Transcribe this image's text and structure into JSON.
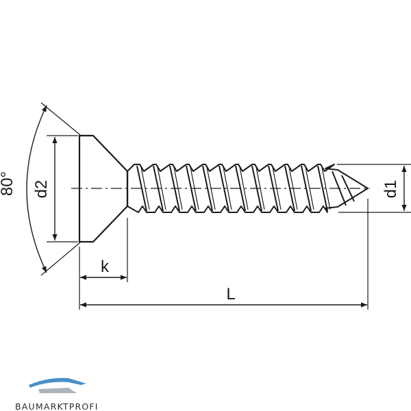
{
  "drawing": {
    "labels": {
      "angle": "80°",
      "head_diameter": "d2",
      "thread_diameter": "d1",
      "head_height": "k",
      "length": "L"
    }
  },
  "brand": {
    "name": "BAUMARKTPROFI",
    "colors": {
      "swoosh": "#4a90c8",
      "text": "#2b2b2b"
    }
  },
  "colors": {
    "stroke": "#1a1a1a",
    "background": "#ffffff"
  }
}
